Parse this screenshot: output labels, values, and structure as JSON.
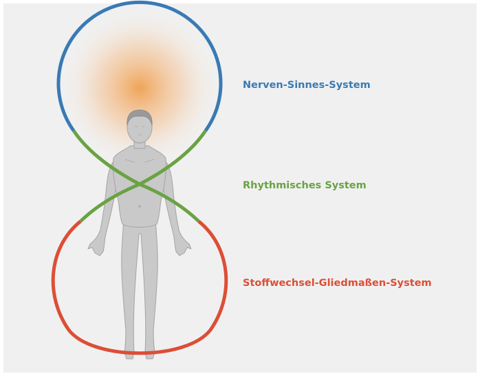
{
  "diagram": {
    "systems": [
      {
        "key": "nerves",
        "label": "Nerven-Sinnes-System",
        "color": "#3a7ab4"
      },
      {
        "key": "rhythm",
        "label": "Rhythmisches System",
        "color": "#6aa244"
      },
      {
        "key": "metab",
        "label": "Stoffwechsel-Gliedmaßen-System",
        "color": "#dc4e36"
      }
    ],
    "glow_color": "#f0a050",
    "figure_color": "#c9c9c9",
    "background_color": "#f0f0f0"
  }
}
